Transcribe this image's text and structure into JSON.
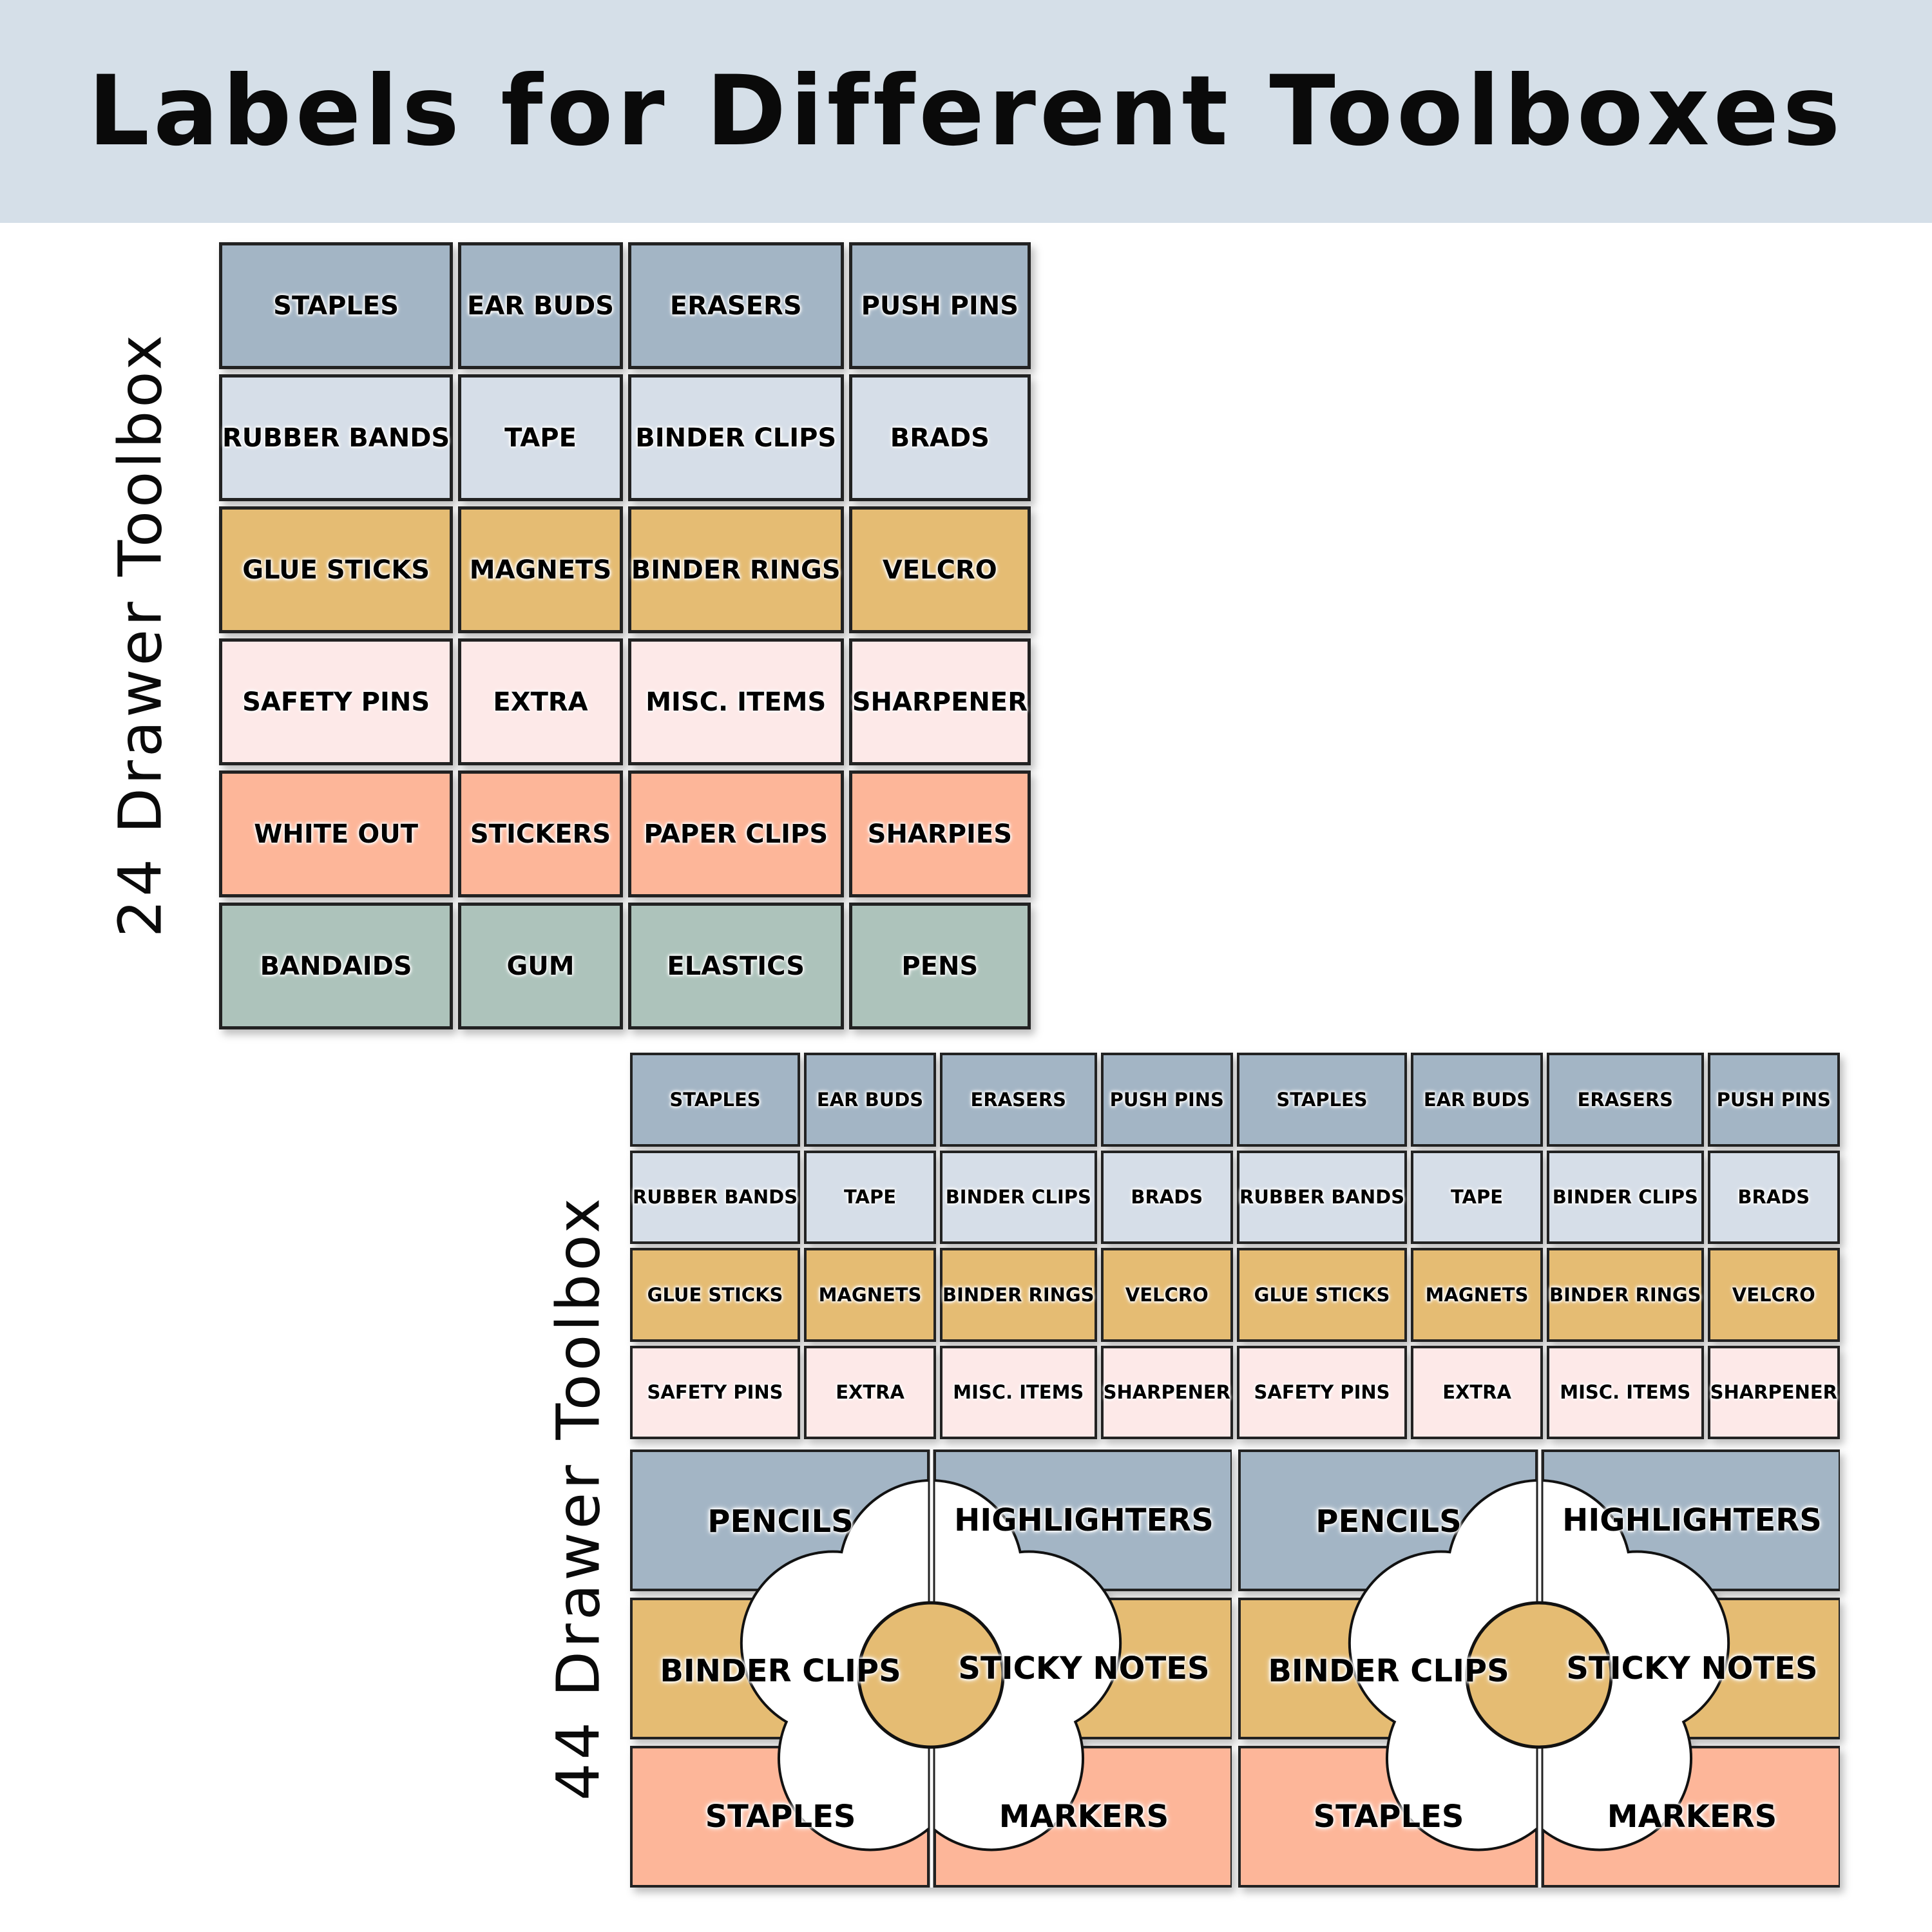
{
  "header": {
    "title": "Labels for Different Toolboxes"
  },
  "toolbox24": {
    "title": "24 Drawer Toolbox",
    "rows": [
      {
        "color": "#a3b5c5",
        "labels": [
          "STAPLES",
          "EAR BUDS",
          "ERASERS",
          "PUSH PINS"
        ]
      },
      {
        "color": "#d6dee8",
        "labels": [
          "RUBBER BANDS",
          "TAPE",
          "BINDER CLIPS",
          "BRADS"
        ]
      },
      {
        "color": "#e5bc73",
        "labels": [
          "GLUE STICKS",
          "MAGNETS",
          "BINDER RINGS",
          "VELCRO"
        ]
      },
      {
        "color": "#fde9e8",
        "labels": [
          "SAFETY PINS",
          "EXTRA",
          "MISC. ITEMS",
          "SHARPENER"
        ]
      },
      {
        "color": "#fdb699",
        "labels": [
          "WHITE OUT",
          "STICKERS",
          "PAPER CLIPS",
          "SHARPIES"
        ]
      },
      {
        "color": "#adc3bb",
        "labels": [
          "BANDAIDS",
          "GUM",
          "ELASTICS",
          "PENS"
        ]
      }
    ]
  },
  "toolbox44": {
    "title": "44 Drawer Toolbox",
    "rows": [
      {
        "color": "#a3b5c5",
        "labels": [
          "STAPLES",
          "EAR BUDS",
          "ERASERS",
          "PUSH PINS",
          "STAPLES",
          "EAR BUDS",
          "ERASERS",
          "PUSH PINS"
        ]
      },
      {
        "color": "#d6dee8",
        "labels": [
          "RUBBER BANDS",
          "TAPE",
          "BINDER CLIPS",
          "BRADS",
          "RUBBER BANDS",
          "TAPE",
          "BINDER CLIPS",
          "BRADS"
        ]
      },
      {
        "color": "#e5bc73",
        "labels": [
          "GLUE STICKS",
          "MAGNETS",
          "BINDER RINGS",
          "VELCRO",
          "GLUE STICKS",
          "MAGNETS",
          "BINDER RINGS",
          "VELCRO"
        ]
      },
      {
        "color": "#fde9e8",
        "labels": [
          "SAFETY PINS",
          "EXTRA",
          "MISC. ITEMS",
          "SHARPENER",
          "SAFETY PINS",
          "EXTRA",
          "MISC. ITEMS",
          "SHARPENER"
        ]
      }
    ],
    "flower_blocks": [
      {
        "labels": [
          "PENCILS",
          "HIGHLIGHTERS",
          "BINDER CLIPS",
          "STICKY NOTES",
          "STAPLES",
          "MARKERS"
        ]
      },
      {
        "labels": [
          "PENCILS",
          "HIGHLIGHTERS",
          "BINDER CLIPS",
          "STICKY NOTES",
          "STAPLES",
          "MARKERS"
        ]
      }
    ],
    "flower_band_colors": [
      "#a3b5c5",
      "#e5bc73",
      "#fdb699"
    ],
    "flower_center_color": "#e5bc73"
  }
}
